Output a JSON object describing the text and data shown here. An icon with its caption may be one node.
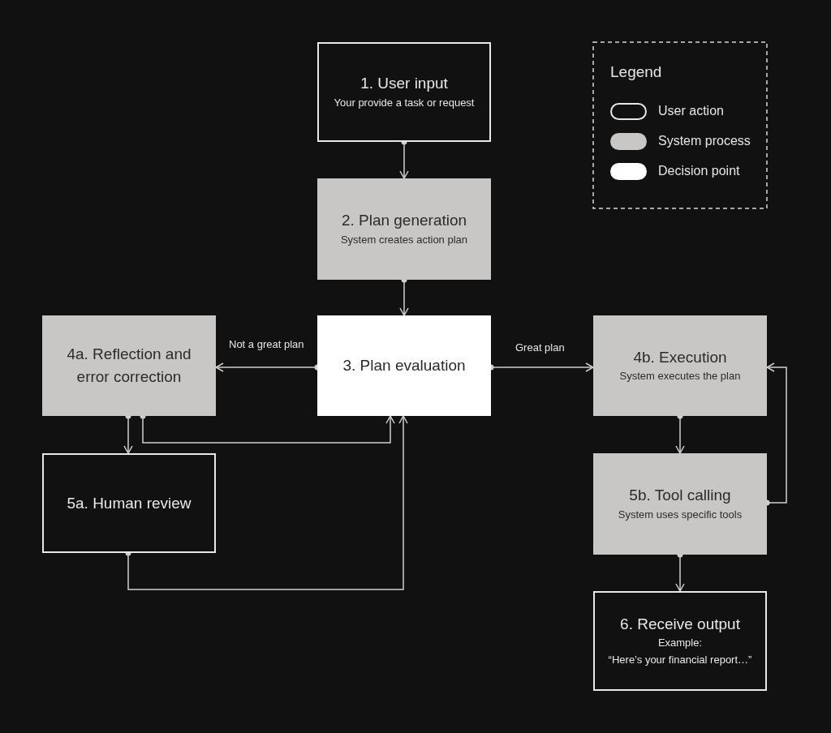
{
  "diagram": {
    "nodes": [
      {
        "text": [
          "1. User input",
          "Your provide a task or request"
        ]
      },
      {
        "text": [
          "2. Plan generation",
          "System creates action plan"
        ]
      },
      {
        "text": [
          "3. Plan evaluation"
        ]
      },
      {
        "text": [
          "4a. Reflection and error correction"
        ]
      },
      {
        "text": [
          "5a. Human review"
        ]
      },
      {
        "text": [
          "4b. Execution",
          "System executes the plan"
        ]
      },
      {
        "text": [
          "5b. Tool calling",
          "System uses specific tools"
        ]
      },
      {
        "text": [
          "6. Receive output",
          "Example:",
          "“Here’s your financial report…”"
        ]
      }
    ],
    "edges": [
      {
        "from": 0,
        "to": 1,
        "arrow": "to"
      },
      {
        "from": 1,
        "to": 2,
        "arrow": "to"
      },
      {
        "from": 2,
        "to": 3,
        "arrow": "to",
        "label": "Not a great plan"
      },
      {
        "from": 2,
        "to": 5,
        "arrow": "to",
        "label": "Great plan"
      },
      {
        "from": 3,
        "to": 4,
        "arrow": "to"
      },
      {
        "from": 3,
        "to": 2,
        "arrow": "to"
      },
      {
        "from": 4,
        "to": 2,
        "arrow": "to"
      },
      {
        "from": 5,
        "to": 6,
        "arrow": "to"
      },
      {
        "from": 6,
        "to": 5,
        "arrow": "to"
      },
      {
        "from": 6,
        "to": 7,
        "arrow": "to"
      }
    ],
    "labels": [
      "Legend"
    ],
    "legend": [
      {
        "text": "User action"
      },
      {
        "text": "System process",
        "color": "#c8c7c5"
      },
      {
        "text": "Decision point",
        "color": "#ffffff"
      }
    ]
  }
}
